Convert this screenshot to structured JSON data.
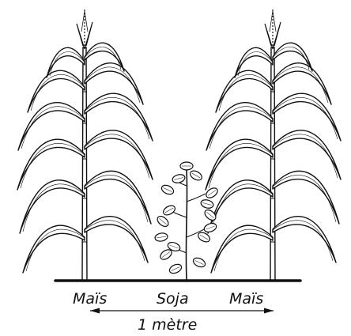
{
  "labels": {
    "left_plant": "Maïs",
    "center_plant": "Soja",
    "right_plant": "Maïs",
    "distance": "1 mètre"
  },
  "colors": {
    "ink": "#111111",
    "paper": "#ffffff"
  },
  "icons": [
    "corn-plant-icon",
    "soybean-plant-icon",
    "arrow-icon"
  ]
}
